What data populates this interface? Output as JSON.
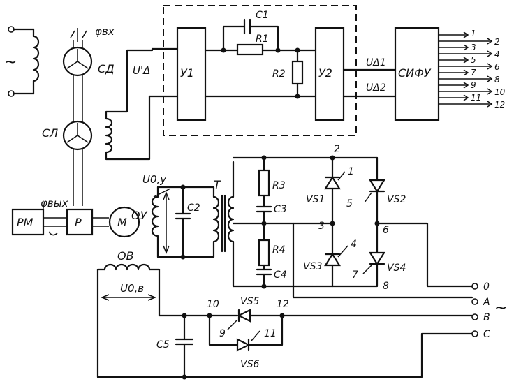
{
  "power_symbol": "~",
  "output_symbol": "~",
  "blocks": {
    "u1": "У1",
    "u2": "У2",
    "sifu": "СИФУ",
    "rm": "РМ",
    "p": "Р",
    "m": "М",
    "sd": "СД",
    "sl": "СЛ"
  },
  "labels": {
    "phi_in": "φвх",
    "phi_out": "φвых",
    "u_delta_prime": "U'Δ",
    "u_delta1": "UΔ1",
    "u_delta2": "UΔ2",
    "u0y": "U0,у",
    "u0v": "U0,в",
    "oy": "ОУ",
    "ov": "ОВ",
    "t": "Т"
  },
  "components": {
    "c1": "C1",
    "r1": "R1",
    "r2": "R2",
    "c2": "C2",
    "r3": "R3",
    "c3": "C3",
    "r4": "R4",
    "c4": "C4",
    "c5": "C5",
    "vs1": "VS1",
    "vs2": "VS2",
    "vs3": "VS3",
    "vs4": "VS4",
    "vs5": "VS5",
    "vs6": "VS6"
  },
  "sifu_outputs": [
    "1",
    "2",
    "3",
    "4",
    "5",
    "6",
    "7",
    "8",
    "9",
    "10",
    "11",
    "12"
  ],
  "nodes": [
    "1",
    "2",
    "3",
    "4",
    "5",
    "6",
    "7",
    "8",
    "9",
    "10",
    "11",
    "12"
  ],
  "terminals": [
    "0",
    "A",
    "B",
    "C"
  ]
}
